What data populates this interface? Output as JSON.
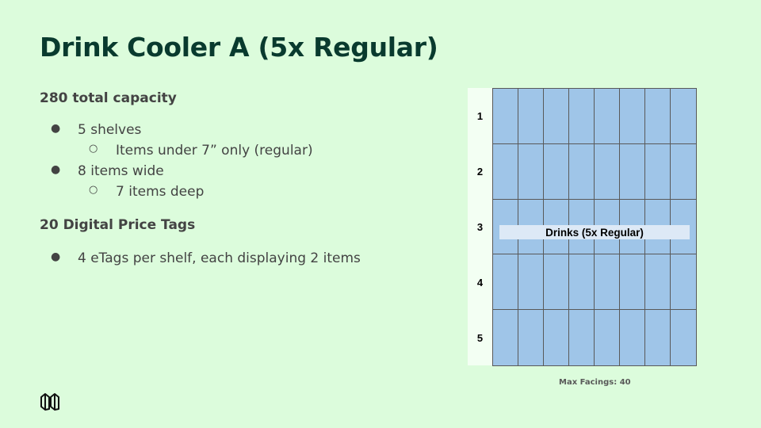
{
  "slide": {
    "title": "Drink Cooler A (5x Regular)",
    "sections": [
      {
        "heading": "280 total capacity",
        "bullets": [
          {
            "text": "5 shelves",
            "sub": [
              "Items under 7” only (regular)"
            ]
          },
          {
            "text": "8 items wide",
            "sub": [
              "7 items deep"
            ]
          }
        ]
      },
      {
        "heading": "20 Digital Price Tags",
        "bullets": [
          {
            "text": "4 eTags per shelf, each displaying 2 items"
          }
        ]
      }
    ]
  },
  "diagram": {
    "shelf_labels": [
      "1",
      "2",
      "3",
      "4",
      "5"
    ],
    "columns": 8,
    "rows": 5,
    "band_label": "Drinks (5x Regular)",
    "caption": "Max Facings: 40",
    "cell_color": "#9fc5e8",
    "grid_line_color": "#595959"
  },
  "footer": {
    "logo_icon": "brand-logo-icon"
  },
  "colors": {
    "background": "#dcfcdc",
    "title": "#093a2e",
    "body_text": "#434343"
  }
}
